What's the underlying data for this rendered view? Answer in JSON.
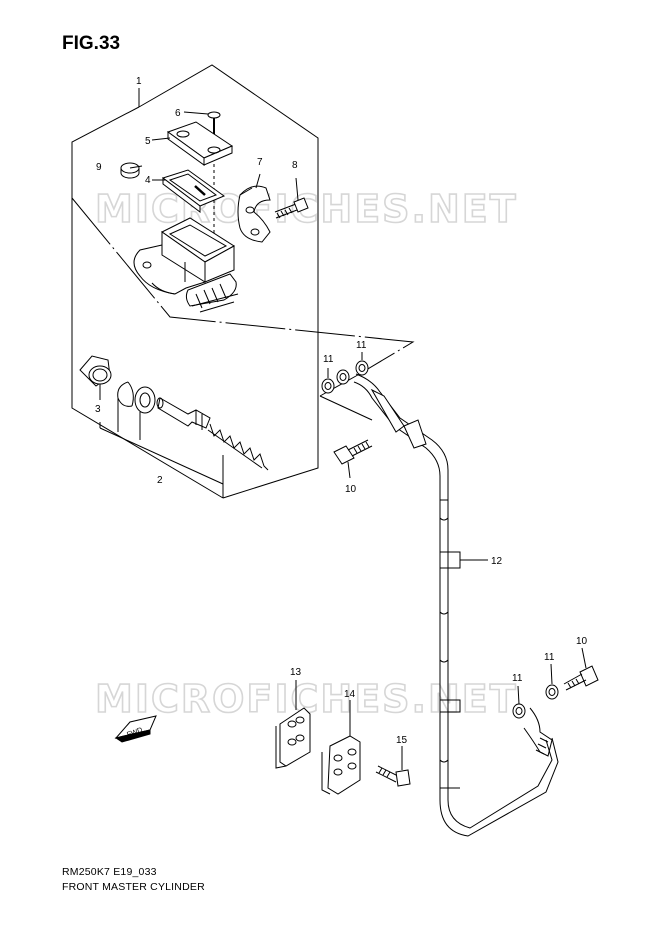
{
  "figure": {
    "title": "FIG.33",
    "footer_code": "RM250K7 E19_033",
    "footer_name": "FRONT MASTER CYLINDER",
    "watermark": "MICROFICHES.NET",
    "direction_mark": "FWD"
  },
  "callouts": [
    "1",
    "2",
    "3",
    "4",
    "5",
    "6",
    "7",
    "8",
    "9",
    "10",
    "11",
    "11",
    "10",
    "11",
    "11",
    "12",
    "13",
    "14",
    "15"
  ]
}
